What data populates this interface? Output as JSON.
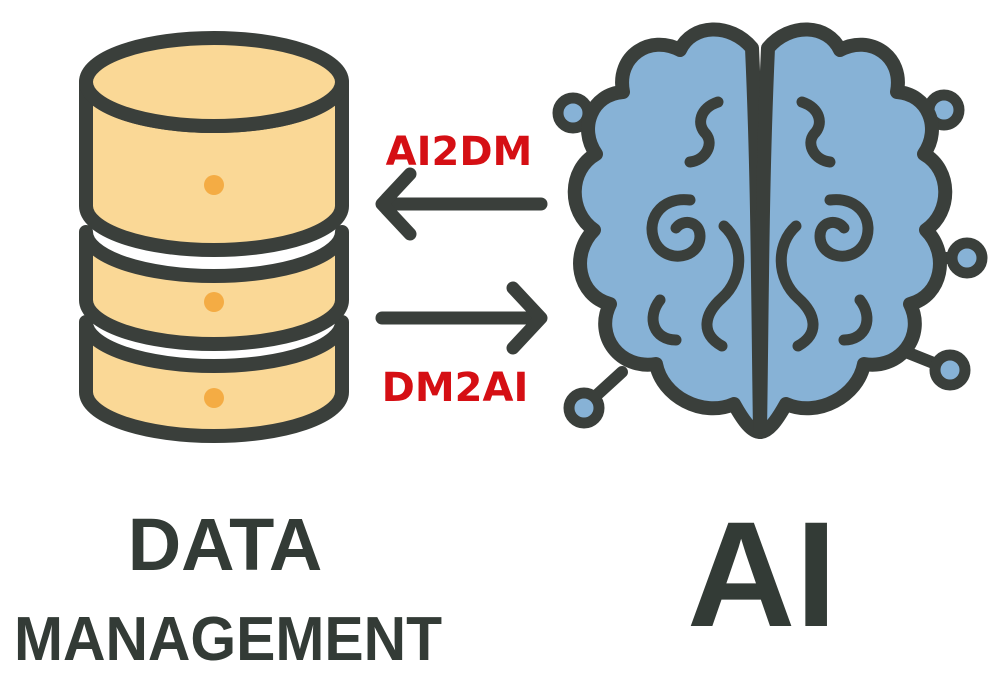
{
  "arrows": {
    "top_label": "AI2DM",
    "bottom_label": "DM2AI"
  },
  "captions": {
    "data_line1": "DATA",
    "data_line2": "MANAGEMENT",
    "ai": "AI"
  },
  "icons": {
    "left": "database-icon",
    "right": "brain-network-icon"
  },
  "colors": {
    "outline": "#3a3f3b",
    "db_fill": "#fad896",
    "db_dot": "#f4ac44",
    "brain_fill": "#87b2d6",
    "node_fill": "#87b2d6",
    "label_red": "#d50f14",
    "text_dark": "#333b36"
  }
}
